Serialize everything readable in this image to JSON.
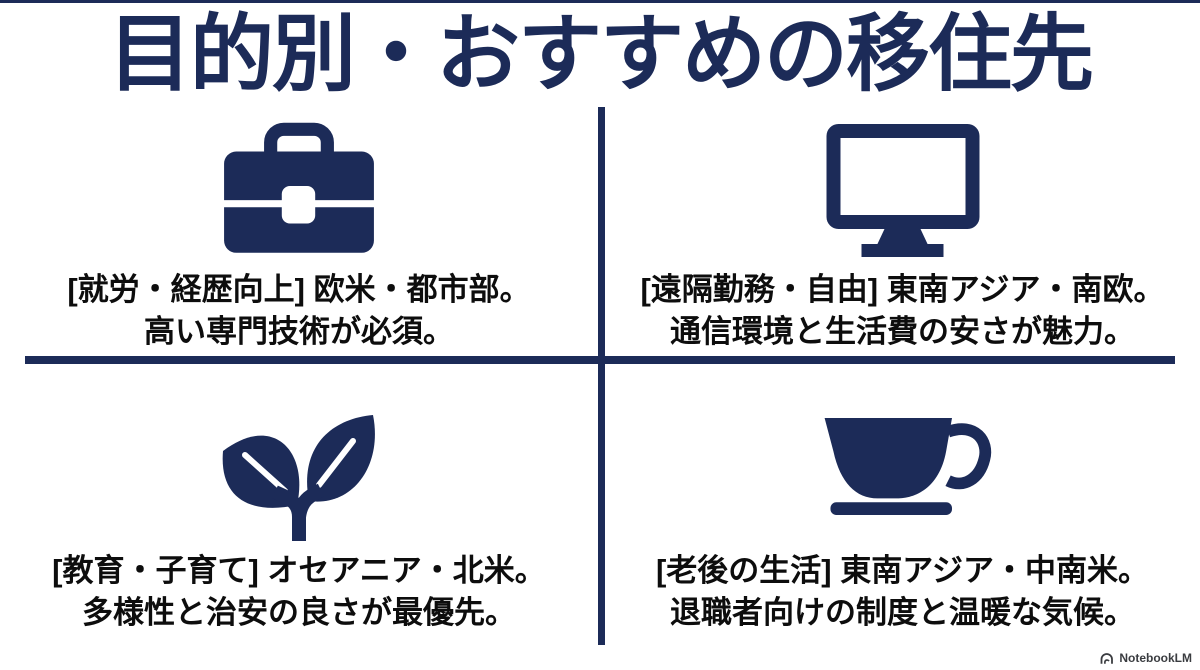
{
  "title": "目的別・おすすめの移住先",
  "colors": {
    "navy": "#1c2b58",
    "text": "#0d0d0d",
    "watermark": "#3a3c40"
  },
  "quadrants": [
    {
      "id": "work-career",
      "icon": "briefcase-icon",
      "line1": "[就労・経歴向上] 欧米・都市部。",
      "line2": "高い専門技術が必須。"
    },
    {
      "id": "remote-freedom",
      "icon": "monitor-icon",
      "line1": "[遠隔勤務・自由] 東南アジア・南欧。",
      "line2": "通信環境と生活費の安さが魅力。"
    },
    {
      "id": "education-parenting",
      "icon": "sprout-icon",
      "line1": "[教育・子育て] オセアニア・北米。",
      "line2": "多様性と治安の良さが最優先。"
    },
    {
      "id": "retirement-life",
      "icon": "coffee-cup-icon",
      "line1": "[老後の生活] 東南アジア・中南米。",
      "line2": "退職者向けの制度と温暖な気候。"
    }
  ],
  "watermark": {
    "label": "NotebookLM"
  }
}
